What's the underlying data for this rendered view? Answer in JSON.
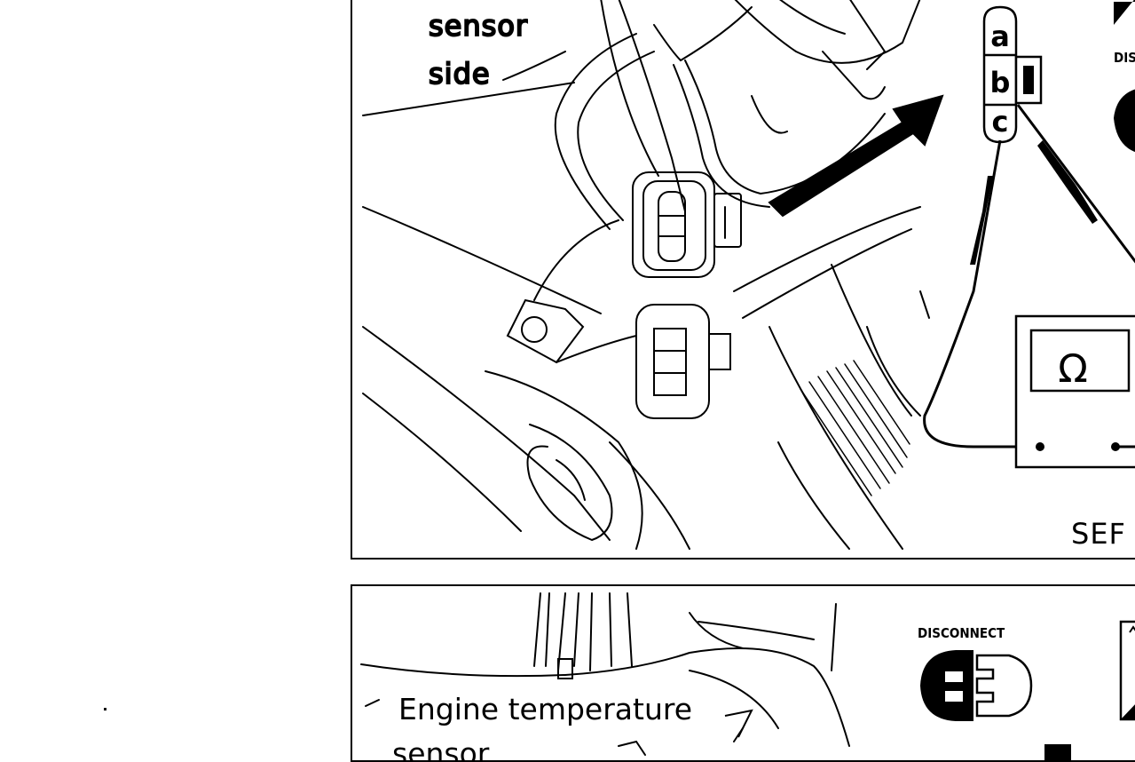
{
  "top_panel": {
    "label_line1": "sensor",
    "label_line2": "side",
    "pins": [
      "a",
      "b",
      "c"
    ],
    "meter_symbol": "Ω",
    "code": "SEF",
    "disconnect_partial": "DIS"
  },
  "bottom_panel": {
    "disconnect_label": "DISCONNECT",
    "label_line1": "Engine temperature",
    "label_line2": "sensor"
  },
  "colors": {
    "ink": "#000000",
    "paper": "#ffffff"
  },
  "icons": [
    "arrow-icon",
    "disconnect-connector-icon",
    "ohmmeter-icon"
  ]
}
